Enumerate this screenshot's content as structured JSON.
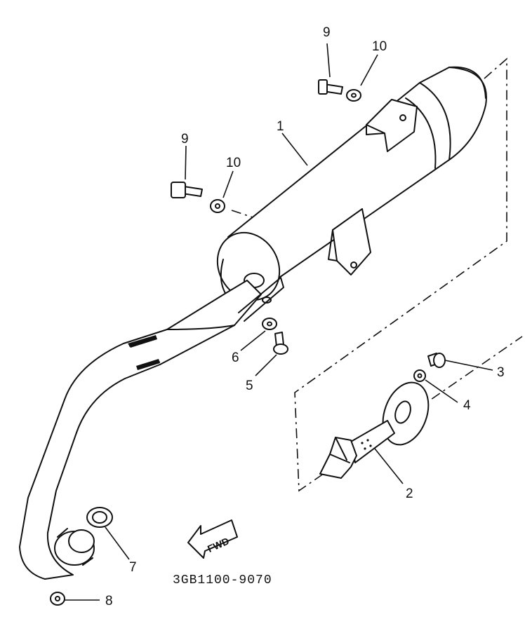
{
  "callouts": {
    "c1": "1",
    "c2": "2",
    "c3": "3",
    "c4": "4",
    "c5": "5",
    "c6": "6",
    "c7": "7",
    "c8": "8",
    "c9a": "9",
    "c9b": "9",
    "c10a": "10",
    "c10b": "10"
  },
  "direction_label": "FWD",
  "part_code": "3GB1100-9070"
}
